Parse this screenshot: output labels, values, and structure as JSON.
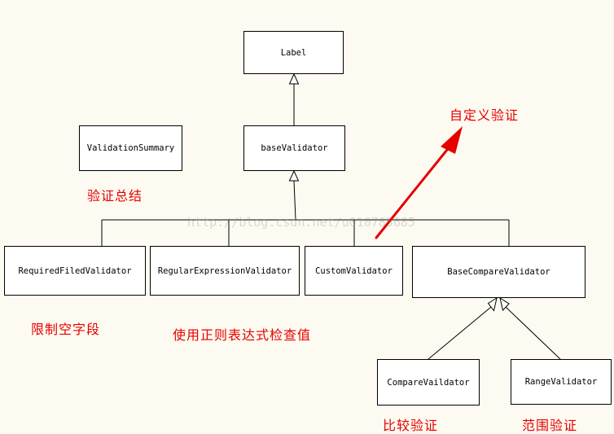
{
  "classes": {
    "label": "Label",
    "base_validator": "baseValidator",
    "validation_summary": "ValidationSummary",
    "required_field_validator": "RequiredFiledValidator",
    "regular_expression_validator": "RegularExpressionValidator",
    "custom_validator": "CustomValidator",
    "base_compare_validator": "BaseCompareValidator",
    "compare_validator": "CompareVaildator",
    "range_validator": "RangeValidator"
  },
  "notes": {
    "custom_validation": "自定义验证",
    "validation_summary": "验证总结",
    "required_field": "限制空字段",
    "regular_expression": "使用正则表达式检查值",
    "compare": "比较验证",
    "range": "范围验证"
  },
  "watermark": "http://blog.csdn.net/u010785685",
  "colors": {
    "background": "#fdfbf1",
    "box_fill": "#ffffff",
    "line": "#000000",
    "annotation": "#e60000"
  }
}
